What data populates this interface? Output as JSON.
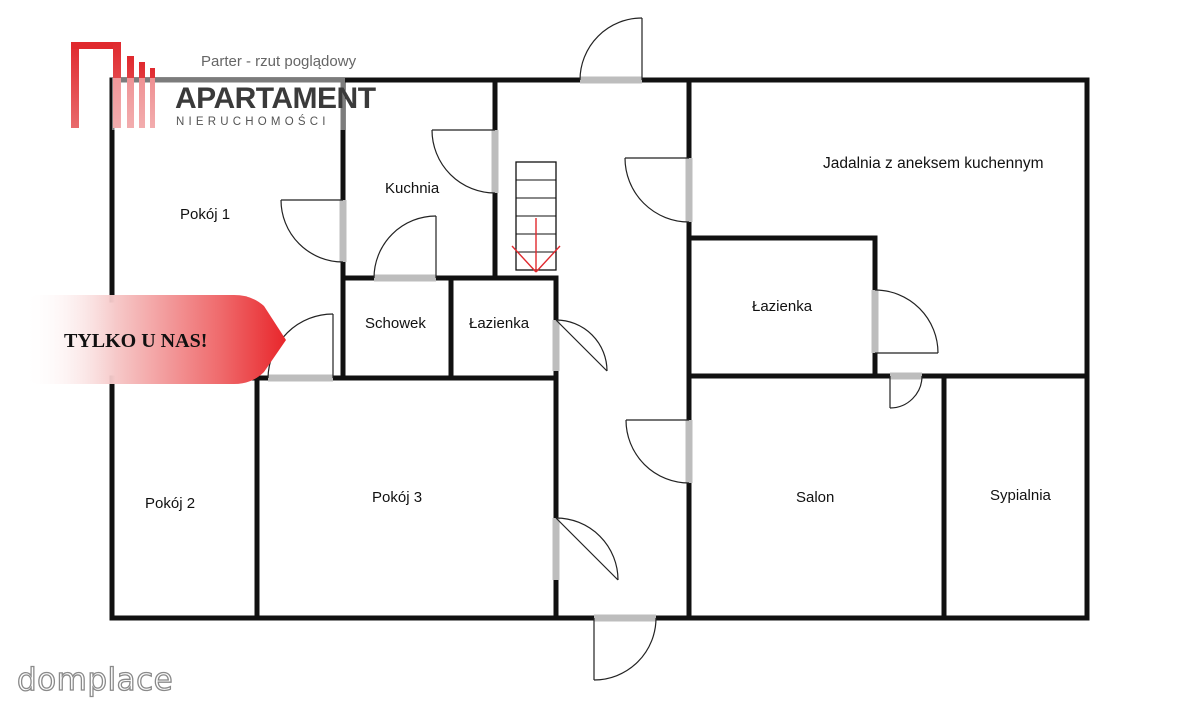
{
  "header": {
    "subtitle": "Parter - rzut poglądowy",
    "brand_name": "APARTAMENT",
    "brand_tagline": "NIERUCHOMOŚCI",
    "brand_color": "#e0292e"
  },
  "badge": {
    "text": "TYLKO U NAS!",
    "color": "#e8262b"
  },
  "rooms": {
    "pokoj1": "Pokój 1",
    "kuchnia": "Kuchnia",
    "schowek": "Schowek",
    "lazienka1": "Łazienka",
    "jadalnia": "Jadalnia z aneksem kuchennym",
    "lazienka2": "Łazienka",
    "pokoj2": "Pokój 2",
    "pokoj3": "Pokój 3",
    "salon": "Salon",
    "sypialnia": "Sypialnia"
  },
  "watermark": "domplace"
}
